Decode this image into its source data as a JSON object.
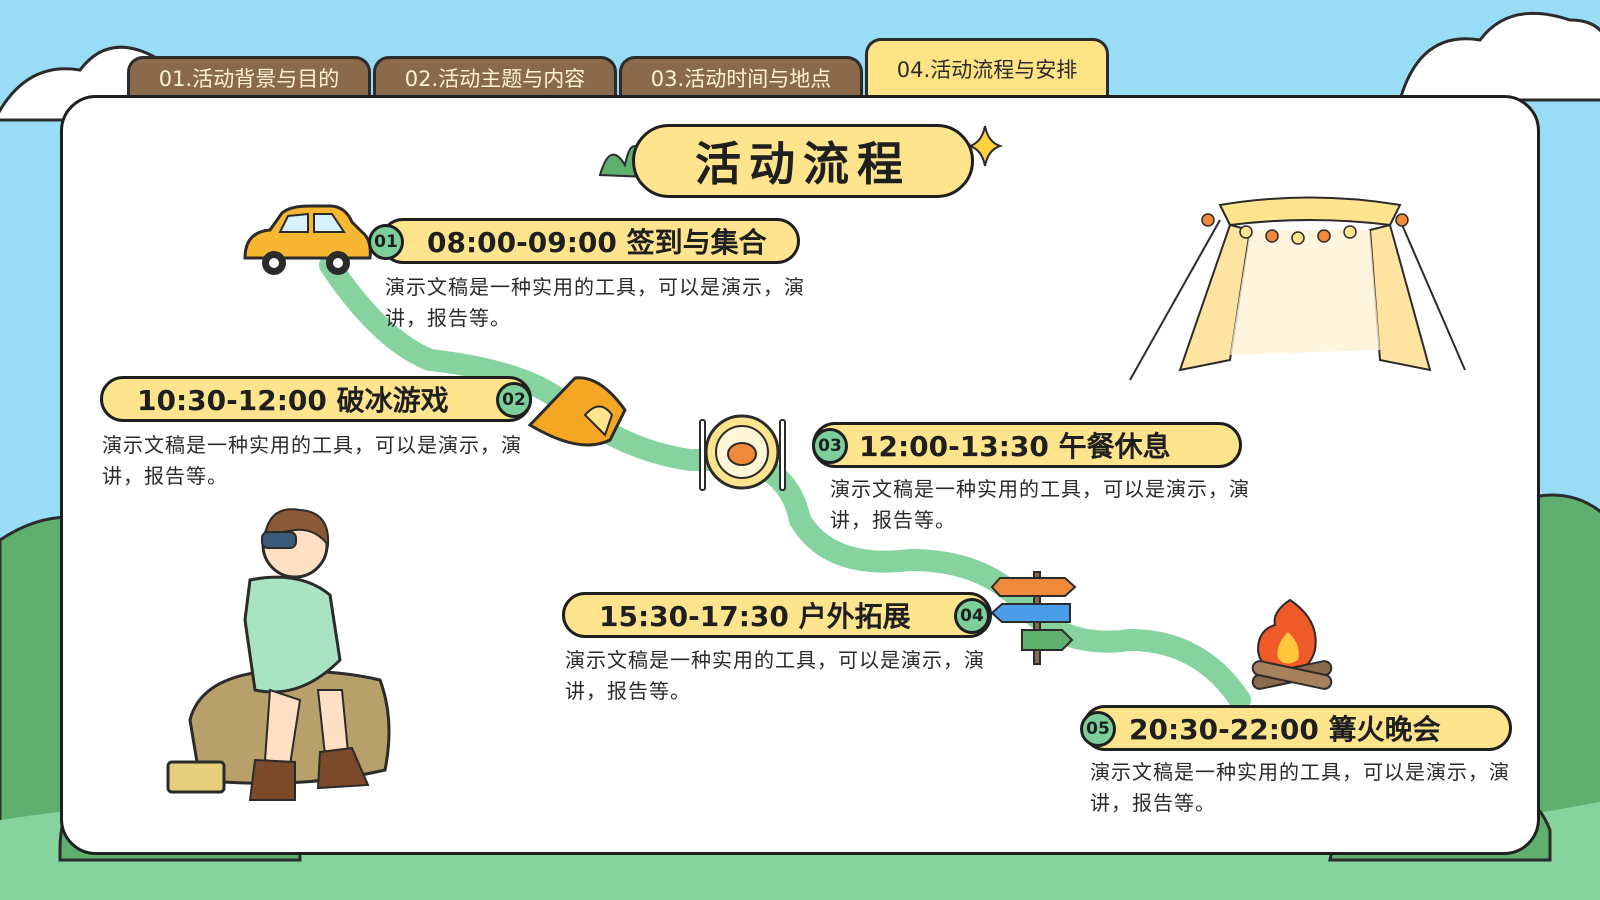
{
  "tabs": [
    {
      "label": "01.活动背景与目的"
    },
    {
      "label": "02.活动主题与内容"
    },
    {
      "label": "03.活动时间与地点"
    },
    {
      "label": "04.活动流程与安排"
    }
  ],
  "title": "活动流程",
  "steps": [
    {
      "num": "01",
      "time": "08:00-09:00 签到与集合",
      "desc": "演示文稿是一种实用的工具，可以是演示，演讲，报告等。"
    },
    {
      "num": "02",
      "time": "10:30-12:00 破冰游戏",
      "desc": "演示文稿是一种实用的工具，可以是演示，演讲，报告等。"
    },
    {
      "num": "03",
      "time": "12:00-13:30 午餐休息",
      "desc": "演示文稿是一种实用的工具，可以是演示，演讲，报告等。"
    },
    {
      "num": "04",
      "time": "15:30-17:30 户外拓展",
      "desc": "演示文稿是一种实用的工具，可以是演示，演讲，报告等。"
    },
    {
      "num": "05",
      "time": "20:30-22:00 篝火晚会",
      "desc": "演示文稿是一种实用的工具，可以是演示，演讲，报告等。"
    }
  ],
  "icons": [
    "car-icon",
    "tent-icon",
    "plate-icon",
    "signpost-icon",
    "campfire-icon",
    "canopy-icon",
    "grass-icon",
    "sparkle-icon"
  ],
  "colors": {
    "sky": "#98dcf6",
    "pill": "#ffe48e",
    "badge": "#7ccf9a",
    "path": "#86d3a0",
    "tab": "#8a6a4b",
    "active_tab": "#ffe384"
  }
}
